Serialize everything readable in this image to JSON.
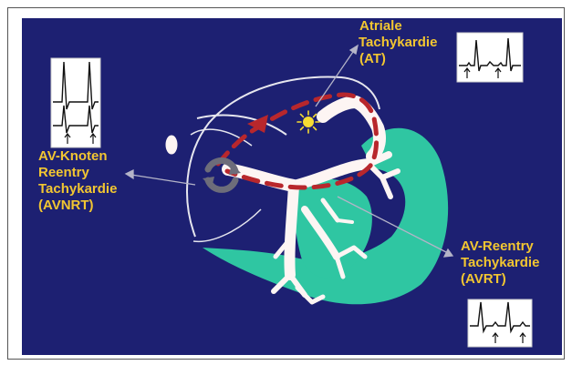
{
  "colors": {
    "background": "#1d2072",
    "label": "#f2c631",
    "heart_muscle": "#2fc6a2",
    "conduction": "#fdf5f3",
    "reentry_path": "#b8272c",
    "pointer_line": "#b4b4c8",
    "outline": "#e6e6ee"
  },
  "labels": {
    "at": {
      "line1": "Atriale",
      "line2": "Tachykardie",
      "line3": "(AT)"
    },
    "avnrt": {
      "line1": "AV-Knoten",
      "line2": "Reentry",
      "line3": "Tachykardie",
      "line4": "(AVNRT)"
    },
    "avrt": {
      "line1": "AV-Reentry",
      "line2": "Tachykardie",
      "line3": "(AVRT)"
    }
  },
  "icons": {
    "focus": "sun-icon",
    "reentry": "circular-arrows-icon"
  }
}
